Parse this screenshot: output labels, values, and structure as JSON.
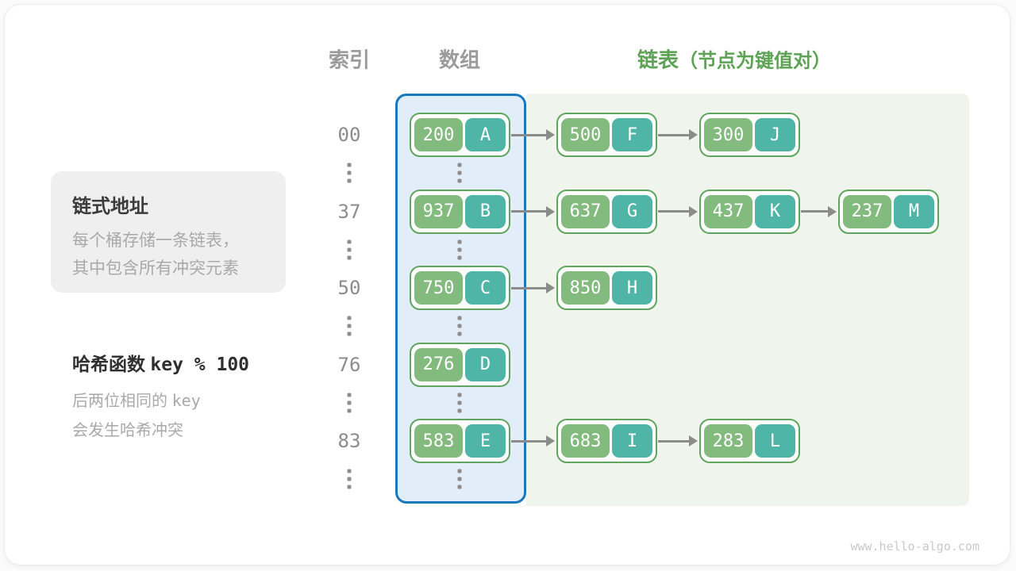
{
  "headers": {
    "index": "索引",
    "array": "数组",
    "list": "链表",
    "list_note": "（节点为键值对）"
  },
  "legend_box": {
    "title": "链式地址",
    "lines": [
      "每个桶存储一条链表，",
      "其中包含所有冲突元素"
    ]
  },
  "hash_box": {
    "title_text": "哈希函数 ",
    "title_code": "key % 100",
    "line1_text": "后两位相同的 ",
    "line1_code": "key",
    "line2_text": "会发生哈希冲突"
  },
  "buckets": [
    {
      "index": "00",
      "chain": [
        {
          "key": "200",
          "value": "A"
        },
        {
          "key": "500",
          "value": "F"
        },
        {
          "key": "300",
          "value": "J"
        }
      ]
    },
    {
      "index": "37",
      "chain": [
        {
          "key": "937",
          "value": "B"
        },
        {
          "key": "637",
          "value": "G"
        },
        {
          "key": "437",
          "value": "K"
        },
        {
          "key": "237",
          "value": "M"
        }
      ]
    },
    {
      "index": "50",
      "chain": [
        {
          "key": "750",
          "value": "C"
        },
        {
          "key": "850",
          "value": "H"
        }
      ]
    },
    {
      "index": "76",
      "chain": [
        {
          "key": "276",
          "value": "D"
        }
      ]
    },
    {
      "index": "83",
      "chain": [
        {
          "key": "583",
          "value": "E"
        },
        {
          "key": "683",
          "value": "I"
        },
        {
          "key": "283",
          "value": "L"
        }
      ]
    }
  ],
  "watermark": "www.hello-algo.com",
  "colors": {
    "key_cell": "#83ba7d",
    "value_cell": "#4fb5a6",
    "node_border": "#5fa55e",
    "array_panel_fill": "#e1edf8",
    "array_panel_border": "#1a78bd",
    "list_panel_fill": "#eff5ed",
    "arrow": "#8b8b8b",
    "header_green": "#5ea355",
    "text_gray": "#a9a9a9"
  }
}
